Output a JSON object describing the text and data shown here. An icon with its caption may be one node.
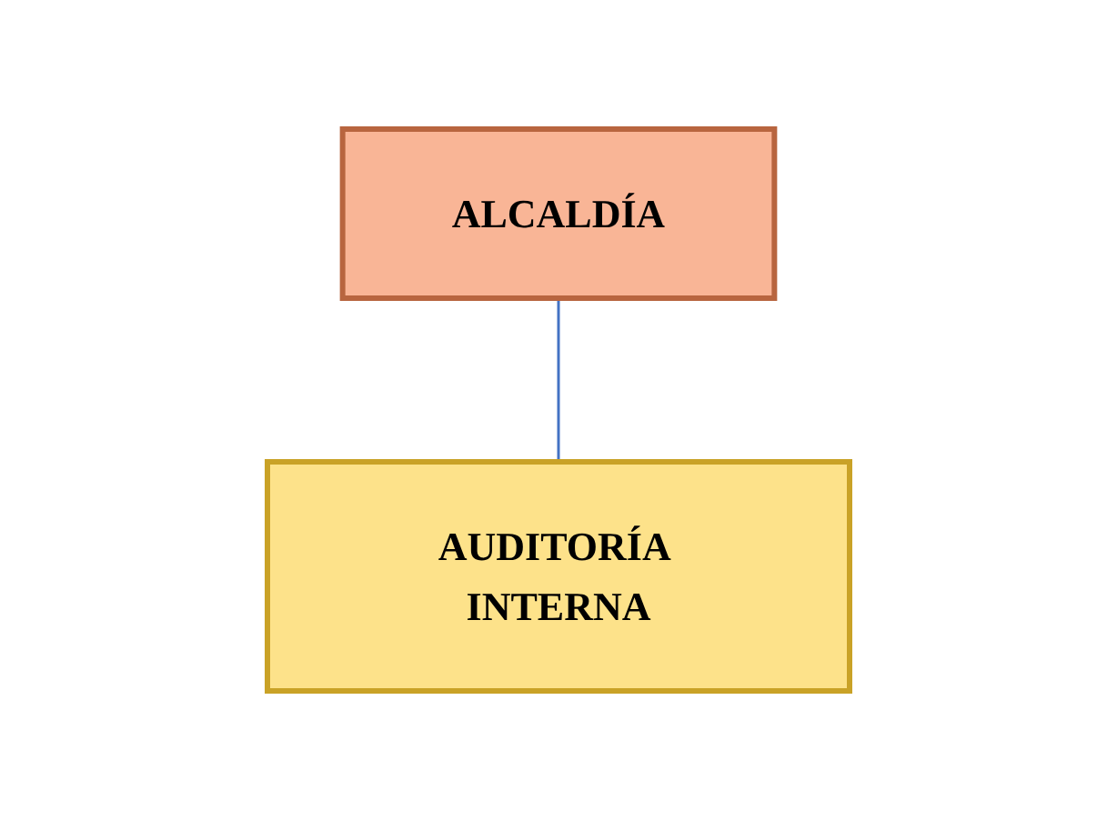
{
  "diagram": {
    "nodes": [
      {
        "text": [
          "ALCALDÍA"
        ]
      },
      {
        "text": [
          "AUDITORÍA INTERNA"
        ]
      }
    ],
    "edges": [
      {
        "from": 0,
        "to": 1,
        "arrow": "none"
      }
    ]
  }
}
